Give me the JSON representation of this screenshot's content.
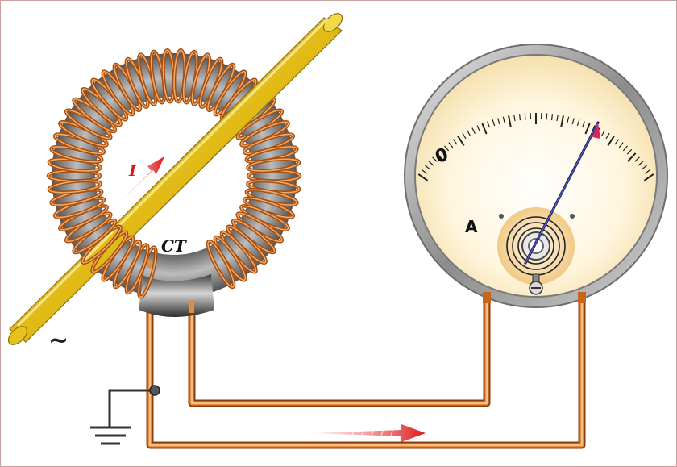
{
  "diagram": {
    "current_label": "I",
    "ct_label": "CT",
    "ac_symbol": "~",
    "meter_zero_label": "0",
    "meter_unit_label": "A"
  },
  "colors": {
    "copper": "#c8641e",
    "copper_light": "#f4a862",
    "conductor": "#e6c21c",
    "core": "#7a7a7a",
    "arrow_red": "#e02020",
    "dial_face": "#fff6dc",
    "bezel": "#9a9a9a"
  }
}
